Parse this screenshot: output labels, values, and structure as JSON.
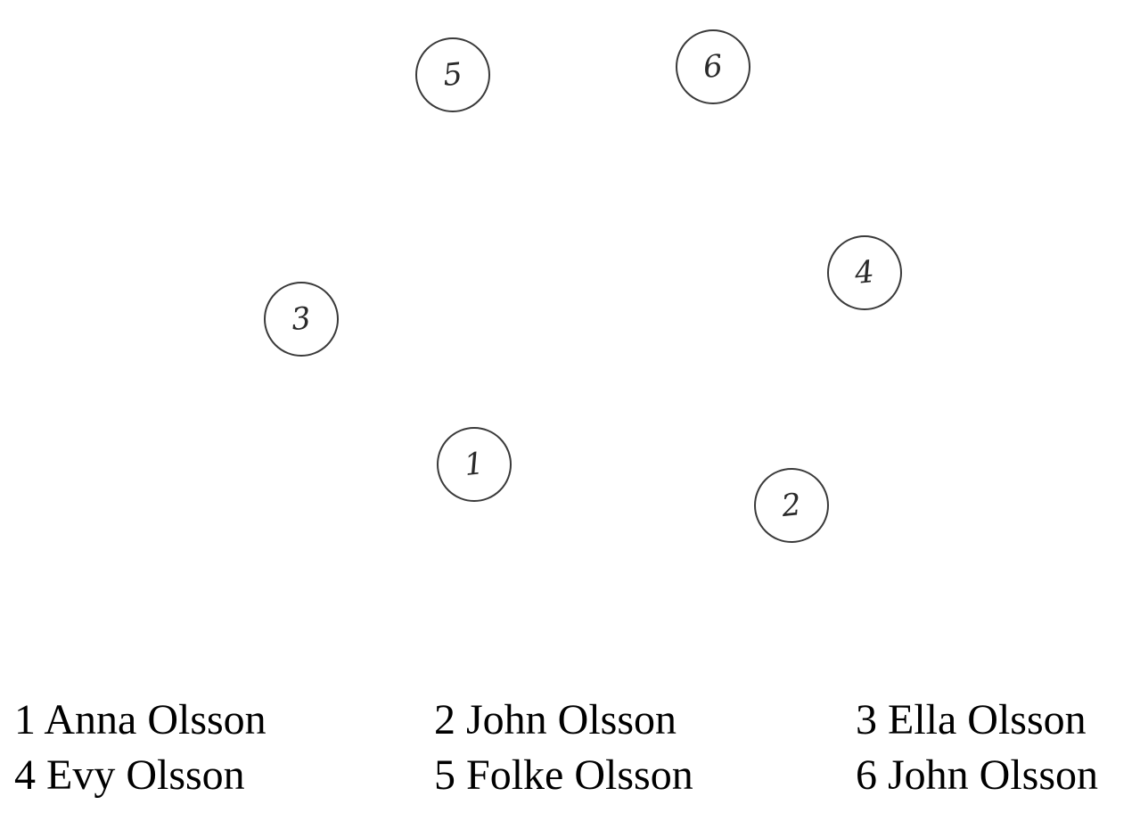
{
  "markers": [
    {
      "label": "1"
    },
    {
      "label": "2"
    },
    {
      "label": "3"
    },
    {
      "label": "4"
    },
    {
      "label": "5"
    },
    {
      "label": "6"
    }
  ],
  "legend": [
    {
      "text": "1 Anna Olsson"
    },
    {
      "text": "2 John Olsson"
    },
    {
      "text": "3 Ella Olsson"
    },
    {
      "text": "4 Evy Olsson"
    },
    {
      "text": "5 Folke Olsson"
    },
    {
      "text": "6 John Olsson"
    }
  ]
}
